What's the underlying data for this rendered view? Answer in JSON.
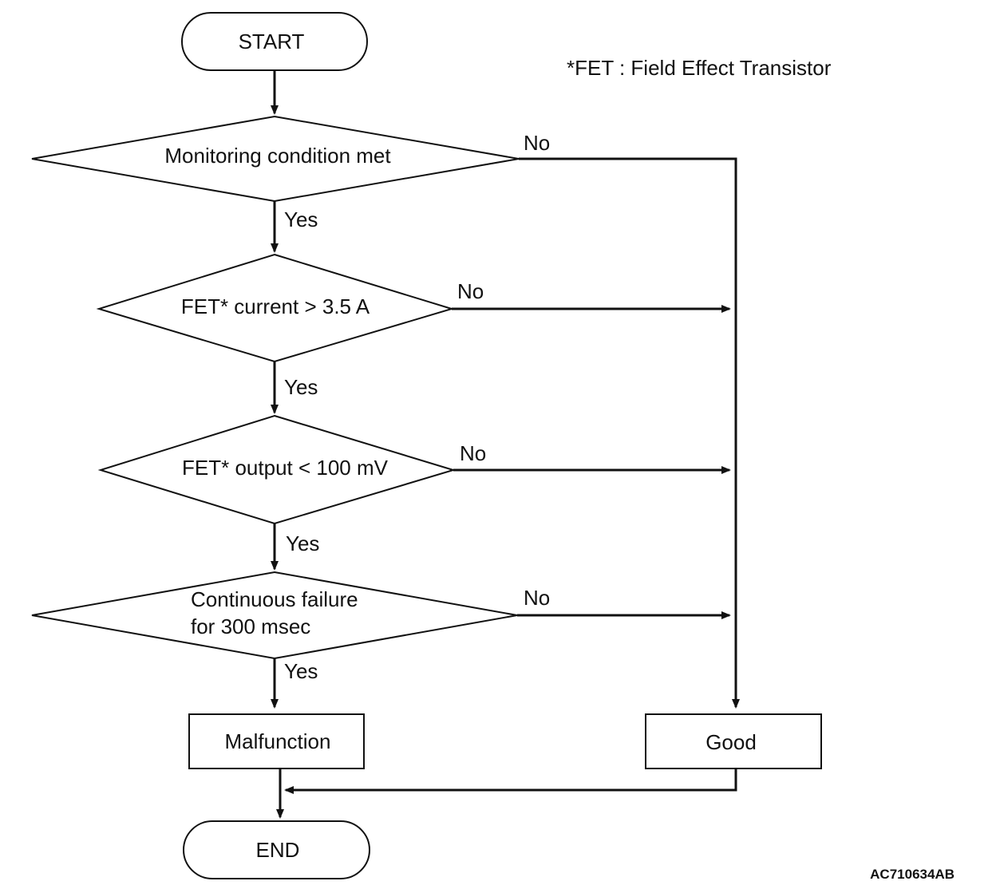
{
  "footnote": "*FET : Field Effect Transistor",
  "figure_id": "AC710634AB",
  "nodes": {
    "start": "START",
    "d1": "Monitoring condition met",
    "d2": "FET* current > 3.5 A",
    "d3": "FET* output < 100 mV",
    "d4_line1": "Continuous failure",
    "d4_line2": "for 300 msec",
    "malfunction": "Malfunction",
    "good": "Good",
    "end": "END"
  },
  "edges": {
    "d1_yes": "Yes",
    "d1_no": "No",
    "d2_yes": "Yes",
    "d2_no": "No",
    "d3_yes": "Yes",
    "d3_no": "No",
    "d4_yes": "Yes",
    "d4_no": "No"
  }
}
